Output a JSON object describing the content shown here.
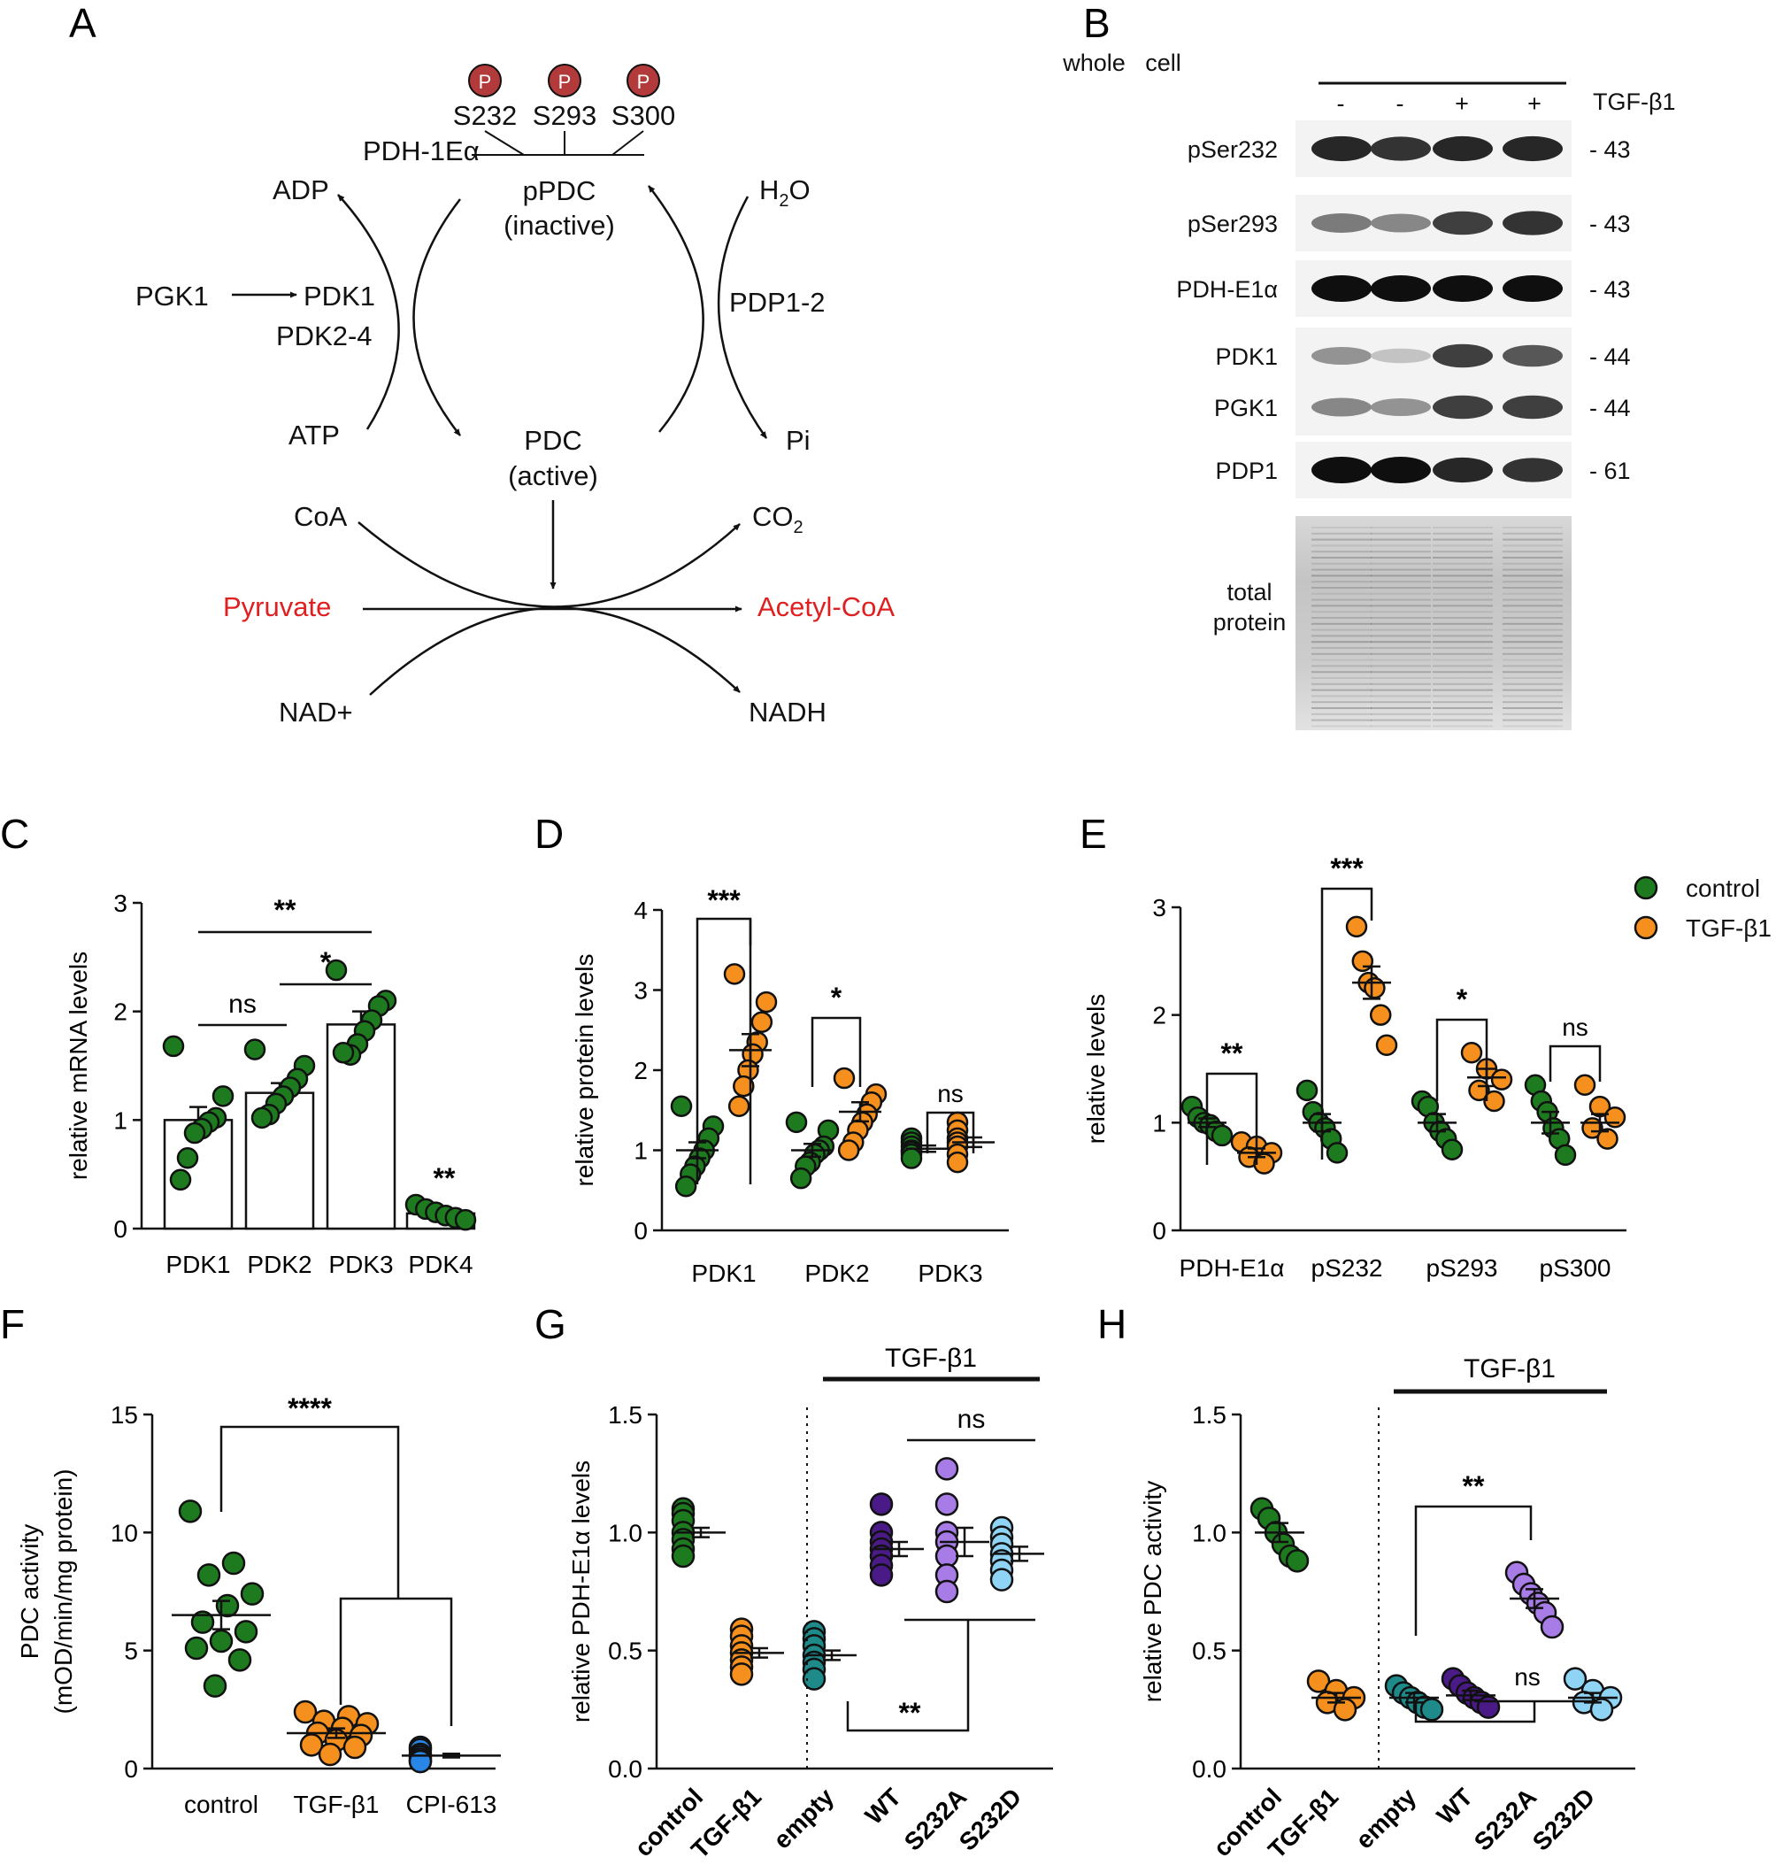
{
  "panel_letters": [
    "A",
    "B",
    "C",
    "D",
    "E",
    "F",
    "G",
    "H"
  ],
  "colors": {
    "control": "#1e7a1e",
    "tgf": "#f5901e",
    "cpi": "#2a86e6",
    "empty": "#1f8a8a",
    "wt": "#4a1a86",
    "s232a": "#a87ce6",
    "s232d": "#8fd3f5",
    "phospho": "#b33a3a",
    "red_text": "#e02020"
  },
  "pathway": {
    "phospho_badge": "P",
    "sites": [
      "S232",
      "S293",
      "S300"
    ],
    "pdh_e1a": "PDH-1Eα",
    "ppdc": "pPDC",
    "ppdc_state": "(inactive)",
    "adp": "ADP",
    "h2o_main": "H",
    "h2o_sub": "2",
    "h2o_end": "O",
    "pgk1": "PGK1",
    "pdk1": "PDK1",
    "pdk24": "PDK2-4",
    "pdp12": "PDP1-2",
    "atp": "ATP",
    "pi": "Pi",
    "pdc": "PDC",
    "pdc_state": "(active)",
    "coa": "CoA",
    "co2_main": "CO",
    "co2_sub": "2",
    "pyruvate": "Pyruvate",
    "acetyl_coa": "Acetyl-CoA",
    "nad": "NAD+",
    "nadh": "NADH"
  },
  "blot": {
    "header": "whole   cell",
    "treatment_label": "TGF-β1",
    "lane_signs": [
      "-",
      "-",
      "+",
      "+"
    ],
    "rows": [
      {
        "label": "pSer232",
        "mw": "- 43",
        "intensity": [
          0.9,
          0.85,
          0.9,
          0.9
        ]
      },
      {
        "label": "pSer293",
        "mw": "- 43",
        "intensity": [
          0.55,
          0.5,
          0.8,
          0.85
        ]
      },
      {
        "label": "PDH-E1α",
        "mw": "- 43",
        "intensity": [
          1.0,
          1.0,
          1.0,
          1.0
        ]
      },
      {
        "label": "PDK1",
        "mw": "- 44",
        "intensity": [
          0.45,
          0.25,
          0.8,
          0.7
        ]
      },
      {
        "label": "PGK1",
        "mw": "- 44",
        "intensity": [
          0.5,
          0.45,
          0.8,
          0.8
        ]
      },
      {
        "label": "PDP1",
        "mw": "- 61",
        "intensity": [
          1.0,
          1.0,
          0.9,
          0.85
        ]
      }
    ],
    "total_protein_label": [
      "total",
      "protein"
    ]
  },
  "legend": {
    "control": "control",
    "tgf": "TGF-β1"
  },
  "chart_data": [
    {
      "panel": "C",
      "type": "bar",
      "ylabel": "relative mRNA levels",
      "ylim": [
        0,
        3
      ],
      "yticks": [
        "0",
        "1",
        "2",
        "3"
      ],
      "categories": [
        "PDK1",
        "PDK2",
        "PDK3",
        "PDK4"
      ],
      "means": [
        1.0,
        1.25,
        1.88,
        0.14
      ],
      "sem": [
        0.12,
        0.09,
        0.12,
        0.03
      ],
      "points": [
        [
          1.68,
          1.22,
          1.02,
          0.98,
          0.92,
          0.88,
          0.65,
          0.45
        ],
        [
          1.65,
          1.5,
          1.38,
          1.3,
          1.22,
          1.15,
          1.05,
          1.02
        ],
        [
          2.38,
          2.1,
          2.05,
          1.92,
          1.82,
          1.7,
          1.6,
          1.62
        ],
        [
          0.22,
          0.18,
          0.15,
          0.12,
          0.1,
          0.08
        ]
      ],
      "annotations": [
        "**",
        "*",
        "ns",
        "**"
      ]
    },
    {
      "panel": "D",
      "type": "scatter",
      "ylabel": "relative protein levels",
      "ylim": [
        0,
        4
      ],
      "yticks": [
        "0",
        "1",
        "2",
        "3",
        "4"
      ],
      "categories": [
        "PDK1",
        "PDK2",
        "PDK3"
      ],
      "groups": [
        {
          "series": "control",
          "mean": 1.0,
          "sem": 0.1,
          "points": [
            1.55,
            1.3,
            1.15,
            1.0,
            0.9,
            0.8,
            0.7,
            0.55
          ]
        },
        {
          "series": "TGF-β1",
          "mean": 2.25,
          "sem": 0.2,
          "points": [
            3.2,
            2.85,
            2.6,
            2.35,
            2.2,
            2.0,
            1.8,
            1.55
          ]
        },
        {
          "series": "control",
          "mean": 1.0,
          "sem": 0.08,
          "points": [
            1.35,
            1.25,
            1.05,
            1.0,
            0.95,
            0.85,
            0.8,
            0.65
          ]
        },
        {
          "series": "TGF-β1",
          "mean": 1.48,
          "sem": 0.12,
          "points": [
            1.9,
            1.7,
            1.6,
            1.45,
            1.35,
            1.25,
            1.1,
            1.0
          ]
        },
        {
          "series": "control",
          "mean": 1.02,
          "sem": 0.04,
          "points": [
            1.15,
            1.1,
            1.05,
            1.0,
            0.98,
            0.95,
            0.9
          ]
        },
        {
          "series": "TGF-β1",
          "mean": 1.1,
          "sem": 0.06,
          "points": [
            1.35,
            1.25,
            1.15,
            1.1,
            1.05,
            0.95,
            0.85
          ]
        }
      ],
      "annotations": [
        "***",
        "*",
        "ns"
      ]
    },
    {
      "panel": "E",
      "type": "scatter",
      "ylabel": "relative levels",
      "ylim": [
        0,
        3
      ],
      "yticks": [
        "0",
        "1",
        "2",
        "3"
      ],
      "categories": [
        "PDH-E1α",
        "pS232",
        "pS293",
        "pS300"
      ],
      "groups": [
        {
          "series": "control",
          "mean": 1.0,
          "sem": 0.04,
          "points": [
            1.15,
            1.05,
            1.0,
            0.98,
            0.92,
            0.88
          ]
        },
        {
          "series": "TGF-β1",
          "mean": 0.72,
          "sem": 0.04,
          "points": [
            0.82,
            0.78,
            0.72,
            0.68,
            0.62
          ]
        },
        {
          "series": "control",
          "mean": 1.0,
          "sem": 0.08,
          "points": [
            1.3,
            1.1,
            1.0,
            0.95,
            0.85,
            0.72
          ]
        },
        {
          "series": "TGF-β1",
          "mean": 2.3,
          "sem": 0.15,
          "points": [
            2.82,
            2.5,
            2.3,
            2.25,
            2.0,
            1.72
          ]
        },
        {
          "series": "control",
          "mean": 1.0,
          "sem": 0.08,
          "points": [
            1.2,
            1.15,
            1.0,
            0.92,
            0.85,
            0.75
          ]
        },
        {
          "series": "TGF-β1",
          "mean": 1.42,
          "sem": 0.08,
          "points": [
            1.65,
            1.5,
            1.4,
            1.3,
            1.2
          ]
        },
        {
          "series": "control",
          "mean": 1.0,
          "sem": 0.1,
          "points": [
            1.35,
            1.2,
            1.1,
            0.95,
            0.85,
            0.7
          ]
        },
        {
          "series": "TGF-β1",
          "mean": 1.0,
          "sem": 0.08,
          "points": [
            1.35,
            1.15,
            1.05,
            0.95,
            0.85
          ]
        }
      ],
      "annotations": [
        "**",
        "***",
        "*",
        "ns"
      ]
    },
    {
      "panel": "F",
      "type": "scatter",
      "ylabel": [
        "PDC activity",
        "(mOD/min/mg protein)"
      ],
      "ylim": [
        0,
        15
      ],
      "yticks": [
        "0",
        "5",
        "10",
        "15"
      ],
      "categories": [
        "control",
        "TGF-β1",
        "CPI-613"
      ],
      "groups": [
        {
          "series": "control",
          "mean": 6.5,
          "sem": 0.6,
          "points": [
            10.9,
            8.7,
            8.2,
            7.4,
            6.9,
            6.2,
            5.8,
            5.4,
            5.1,
            4.6,
            3.5
          ]
        },
        {
          "series": "TGF-β1",
          "mean": 1.5,
          "sem": 0.2,
          "points": [
            2.4,
            2.2,
            2.0,
            1.9,
            1.7,
            1.5,
            1.4,
            1.2,
            1.0,
            0.9,
            0.6
          ]
        },
        {
          "series": "CPI-613",
          "mean": 0.55,
          "sem": 0.08,
          "points": [
            0.9,
            0.8,
            0.6,
            0.5,
            0.4,
            0.3,
            0.3
          ]
        }
      ],
      "annotations": [
        "****"
      ]
    },
    {
      "panel": "G",
      "type": "scatter",
      "ylabel": "relative PDH-E1α levels",
      "ylim": [
        0,
        1.5
      ],
      "yticks": [
        "0.0",
        "0.5",
        "1.0",
        "1.5"
      ],
      "bracket_label": "TGF-β1",
      "categories": [
        "control",
        "TGF-β1",
        "empty",
        "WT",
        "S232A",
        "S232D"
      ],
      "groups": [
        {
          "series": "control",
          "mean": 1.0,
          "sem": 0.02,
          "points": [
            1.1,
            1.08,
            1.05,
            1.0,
            0.97,
            0.93,
            0.9
          ]
        },
        {
          "series": "TGF-β1",
          "mean": 0.49,
          "sem": 0.02,
          "points": [
            0.59,
            0.56,
            0.52,
            0.49,
            0.46,
            0.43,
            0.4
          ]
        },
        {
          "series": "empty",
          "mean": 0.48,
          "sem": 0.02,
          "points": [
            0.58,
            0.55,
            0.52,
            0.48,
            0.45,
            0.42,
            0.38
          ]
        },
        {
          "series": "WT",
          "mean": 0.93,
          "sem": 0.03,
          "points": [
            1.12,
            1.0,
            0.96,
            0.93,
            0.9,
            0.86,
            0.82
          ]
        },
        {
          "series": "S232A",
          "mean": 0.96,
          "sem": 0.06,
          "points": [
            1.27,
            1.12,
            1.0,
            0.96,
            0.9,
            0.82,
            0.75
          ]
        },
        {
          "series": "S232D",
          "mean": 0.91,
          "sem": 0.03,
          "points": [
            1.02,
            0.98,
            0.95,
            0.91,
            0.88,
            0.84,
            0.8
          ]
        }
      ],
      "annotations": [
        "ns",
        "**"
      ]
    },
    {
      "panel": "H",
      "type": "scatter",
      "ylabel": "relative PDC activity",
      "ylim": [
        0,
        1.5
      ],
      "yticks": [
        "0.0",
        "0.5",
        "1.0",
        "1.5"
      ],
      "bracket_label": "TGF-β1",
      "categories": [
        "control",
        "TGF-β1",
        "empty",
        "WT",
        "S232A",
        "S232D"
      ],
      "groups": [
        {
          "series": "control",
          "mean": 1.0,
          "sem": 0.04,
          "points": [
            1.1,
            1.06,
            1.0,
            0.95,
            0.9,
            0.88
          ]
        },
        {
          "series": "TGF-β1",
          "mean": 0.3,
          "sem": 0.02,
          "points": [
            0.37,
            0.33,
            0.3,
            0.28,
            0.25
          ]
        },
        {
          "series": "empty",
          "mean": 0.3,
          "sem": 0.02,
          "points": [
            0.35,
            0.32,
            0.3,
            0.28,
            0.26,
            0.25
          ]
        },
        {
          "series": "WT",
          "mean": 0.31,
          "sem": 0.02,
          "points": [
            0.38,
            0.35,
            0.32,
            0.3,
            0.28,
            0.26
          ]
        },
        {
          "series": "S232A",
          "mean": 0.72,
          "sem": 0.04,
          "points": [
            0.83,
            0.78,
            0.74,
            0.7,
            0.66,
            0.6
          ]
        },
        {
          "series": "S232D",
          "mean": 0.3,
          "sem": 0.02,
          "points": [
            0.38,
            0.33,
            0.3,
            0.28,
            0.25
          ]
        }
      ],
      "annotations": [
        "**",
        "ns"
      ]
    }
  ]
}
